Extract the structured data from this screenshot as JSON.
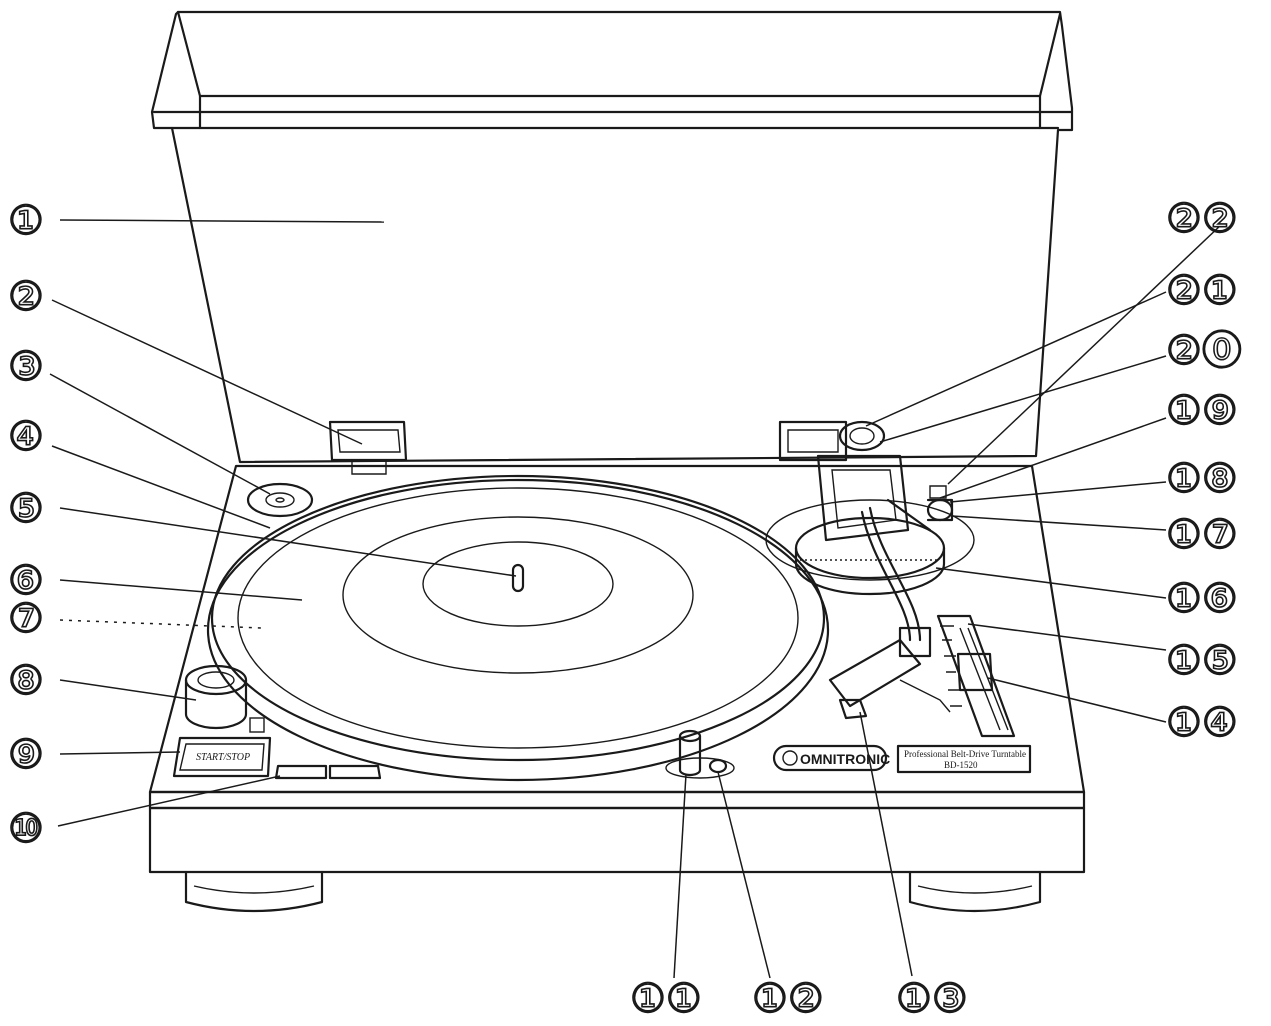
{
  "callouts": {
    "c1": "①",
    "c2": "②",
    "c3": "③",
    "c4": "④",
    "c5": "⑤",
    "c6": "⑥",
    "c7": "⑦",
    "c8": "⑧",
    "c9": "⑨",
    "c10": "⑩",
    "c11": "①①",
    "c12": "①②",
    "c13": "①③",
    "c14": "①④",
    "c15": "①⑤",
    "c16": "①⑥",
    "c17": "①⑦",
    "c18": "①⑧",
    "c19": "①⑨",
    "c20": "②⓪",
    "c21": "②①",
    "c22": "②②"
  },
  "deck": {
    "brand": "OMNITRONIC",
    "start_stop_label": "START/STOP",
    "model_plate_line1": "Professional Belt-Drive Turntable",
    "model_plate_line2": "BD-1520"
  }
}
